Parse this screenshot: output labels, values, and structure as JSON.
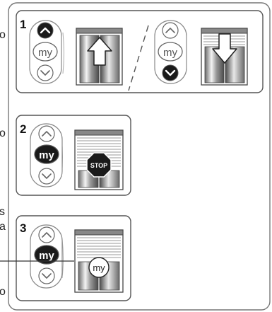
{
  "steps": [
    {
      "number": "1"
    },
    {
      "number": "2"
    },
    {
      "number": "3"
    }
  ],
  "remote": {
    "my_label": "my",
    "up_icon": "chevron-up-icon",
    "down_icon": "chevron-down-icon"
  },
  "shutter": {
    "stop_sign_label": "STOP",
    "my_label": "my",
    "up_icon": "arrow-up-icon",
    "down_icon": "arrow-down-icon"
  },
  "left_edge_fragments": {
    "f1": "o",
    "f2": "o",
    "f3": "s",
    "f4": "a",
    "f5": "o"
  },
  "colors": {
    "outline": "#555555",
    "dark_button": "#1a1a1a",
    "panel_bg": "#ffffff"
  }
}
